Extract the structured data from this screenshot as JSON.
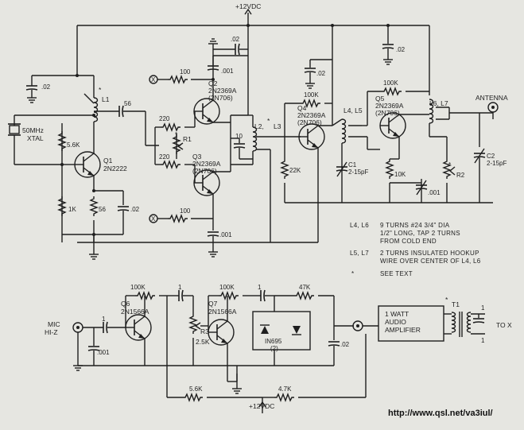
{
  "supply": {
    "top": "+12VDC",
    "bottom": "+12VDC"
  },
  "crystal": {
    "freq": "50MHz",
    "type": "XTAL"
  },
  "osc": {
    "l1": "L1",
    "star": "*",
    "c56": "56",
    "c02": ".02",
    "r56k": "5.6K",
    "r1k": "1K",
    "r56": "56",
    "c02b": ".02",
    "q1_name": "Q1",
    "q1_part": "2N2222"
  },
  "doubler": {
    "r220a": "220",
    "r220b": "220",
    "r1": "R1",
    "r1_star": "*",
    "r100_top": "100",
    "r100_bot": "100",
    "x_top": "X",
    "x_bot": "X",
    "c02_top": ".02",
    "c001_top": ".001",
    "c001_bot": ".001",
    "q2_name": "Q2",
    "q2_part": "2N2369A",
    "q2_alt": "(2N706)",
    "q3_name": "Q3",
    "q3_part": "2N2369A",
    "q3_alt": "(2N706)",
    "c10": "10",
    "l2l3": "L2,",
    "l2_star": "*",
    "l3": "L3"
  },
  "pa": {
    "c02a": ".02",
    "c02b": ".02",
    "r100k_a": "100K",
    "r100k_b": "100K",
    "q4_name": "Q4",
    "q4_part": "2N2369A",
    "q4_alt": "(2N706)",
    "q5_name": "Q5",
    "q5_part": "2N2369A",
    "q5_alt": "(2N706)",
    "l4l5": "L4, L5",
    "l6l7": "L6, L7",
    "antenna": "ANTENNA",
    "r22k": "22K",
    "c1": "C1",
    "c1_val": "2-15pF",
    "r10k": "10K",
    "c001": ".001",
    "r2": "R2",
    "r2_star": "*",
    "c2": "C2",
    "c2_val": "2-15pF"
  },
  "notes": {
    "n1_label": "L4, L6",
    "n1_l1": "9 TURNS #24  3/4\" DIA",
    "n1_l2": "1/2\" LONG, TAP 2 TURNS",
    "n1_l3": "FROM COLD END",
    "n2_label": "L5, L7",
    "n2_l1": "2 TURNS INSULATED HOOKUP",
    "n2_l2": "WIRE OVER CENTER OF L4, L6",
    "n3_star": "*",
    "n3_text": "SEE TEXT"
  },
  "audio": {
    "mic_1": "MIC",
    "mic_2": "HI-Z",
    "c1a": "1",
    "c001": ".001",
    "r100k_a": "100K",
    "q6_name": "Q6",
    "q6_part": "2N1566A",
    "c1b": "1",
    "r3": "R3",
    "r3_val": "2.5K",
    "r100k_b": "100K",
    "q7_name": "Q7",
    "q7_part": "2N1566A",
    "c1c": "1",
    "r47k_top": "47K",
    "diode": "IN695",
    "diode_n": "(2)",
    "c02": ".02",
    "r56k": "5.6K",
    "r47k_bot": "4.7K",
    "amp_l1": "1 WATT",
    "amp_l2": "AUDIO",
    "amp_l3": "AMPLIFIER",
    "t1": "T1",
    "t1_star": "*",
    "c1d": "1",
    "c1e": "1",
    "to_x": "TO  X"
  },
  "url": "http://www.qsl.net/va3iul/"
}
